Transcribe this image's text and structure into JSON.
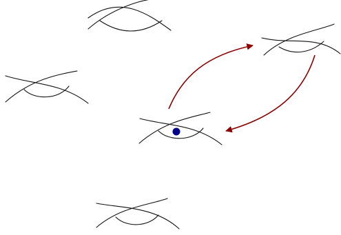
{
  "colors": {
    "background": "#ffffff",
    "curve_stroke": "#111111",
    "arrow": "#8b0000",
    "point": "#00008b"
  },
  "diagram": {
    "crossing_count": 5,
    "marked_crossing": "center",
    "arrows": [
      {
        "from": "center",
        "to": "right"
      },
      {
        "from": "right",
        "to": "center"
      }
    ]
  }
}
